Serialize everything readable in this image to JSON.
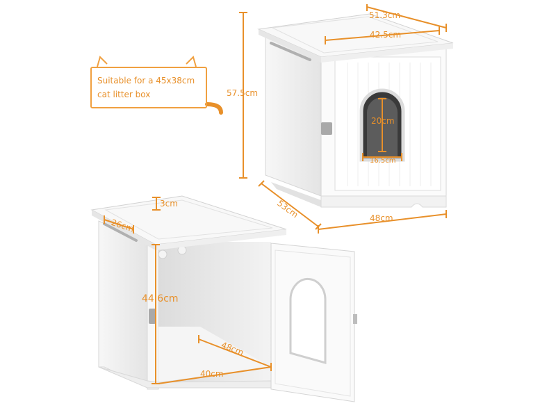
{
  "note": {
    "line1": "Suitable for a 45x38cm",
    "line2": "cat litter box"
  },
  "dimensions": {
    "top_depth": "51.3cm",
    "top_width": "42.5cm",
    "height": "57.5cm",
    "window_height": "20cm",
    "window_width": "16.5cm",
    "base_depth": "53cm",
    "base_width": "48cm",
    "rim_height": "3cm",
    "rail_length": "26cm",
    "inner_height": "44.6cm",
    "inner_depth": "48cm",
    "inner_width": "40cm"
  },
  "colors": {
    "accent": "#e8902a",
    "cabinet": "#ffffff",
    "shade": "#e9e9e9"
  }
}
